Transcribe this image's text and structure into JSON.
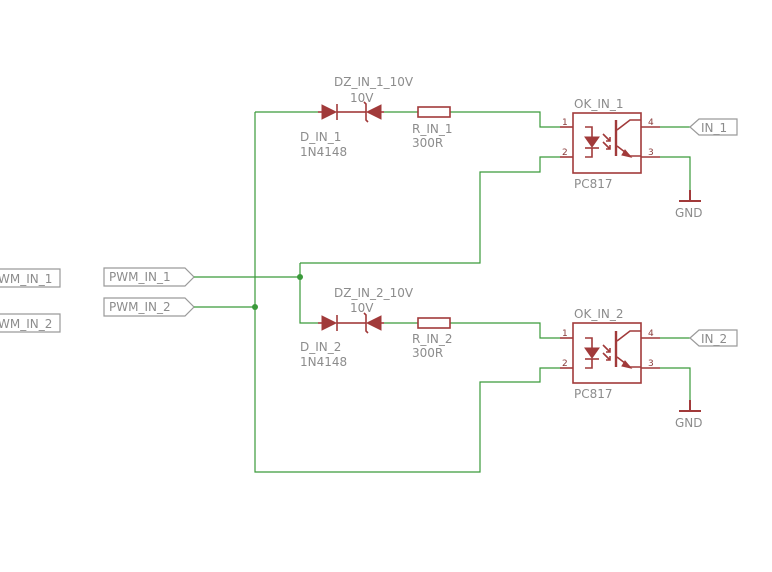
{
  "ports": {
    "left_1": "WM_IN_1",
    "left_2": "WM_IN_2",
    "pwm_1": "PWM_IN_1",
    "pwm_2": "PWM_IN_2",
    "in_1": "IN_1",
    "in_2": "IN_2"
  },
  "channel_1": {
    "zener_name": "DZ_IN_1_10V",
    "zener_value": "10V",
    "diode_name": "D_IN_1",
    "diode_value": "1N4148",
    "resistor_name": "R_IN_1",
    "resistor_value": "300R",
    "opto_name": "OK_IN_1",
    "opto_value": "PC817",
    "gnd": "GND",
    "pins": {
      "p1": "1",
      "p2": "2",
      "p3": "3",
      "p4": "4"
    }
  },
  "channel_2": {
    "zener_name": "DZ_IN_2_10V",
    "zener_value": "10V",
    "diode_name": "D_IN_2",
    "diode_value": "1N4148",
    "resistor_name": "R_IN_2",
    "resistor_value": "300R",
    "opto_name": "OK_IN_2",
    "opto_value": "PC817",
    "gnd": "GND",
    "pins": {
      "p1": "1",
      "p2": "2",
      "p3": "3",
      "p4": "4"
    }
  }
}
